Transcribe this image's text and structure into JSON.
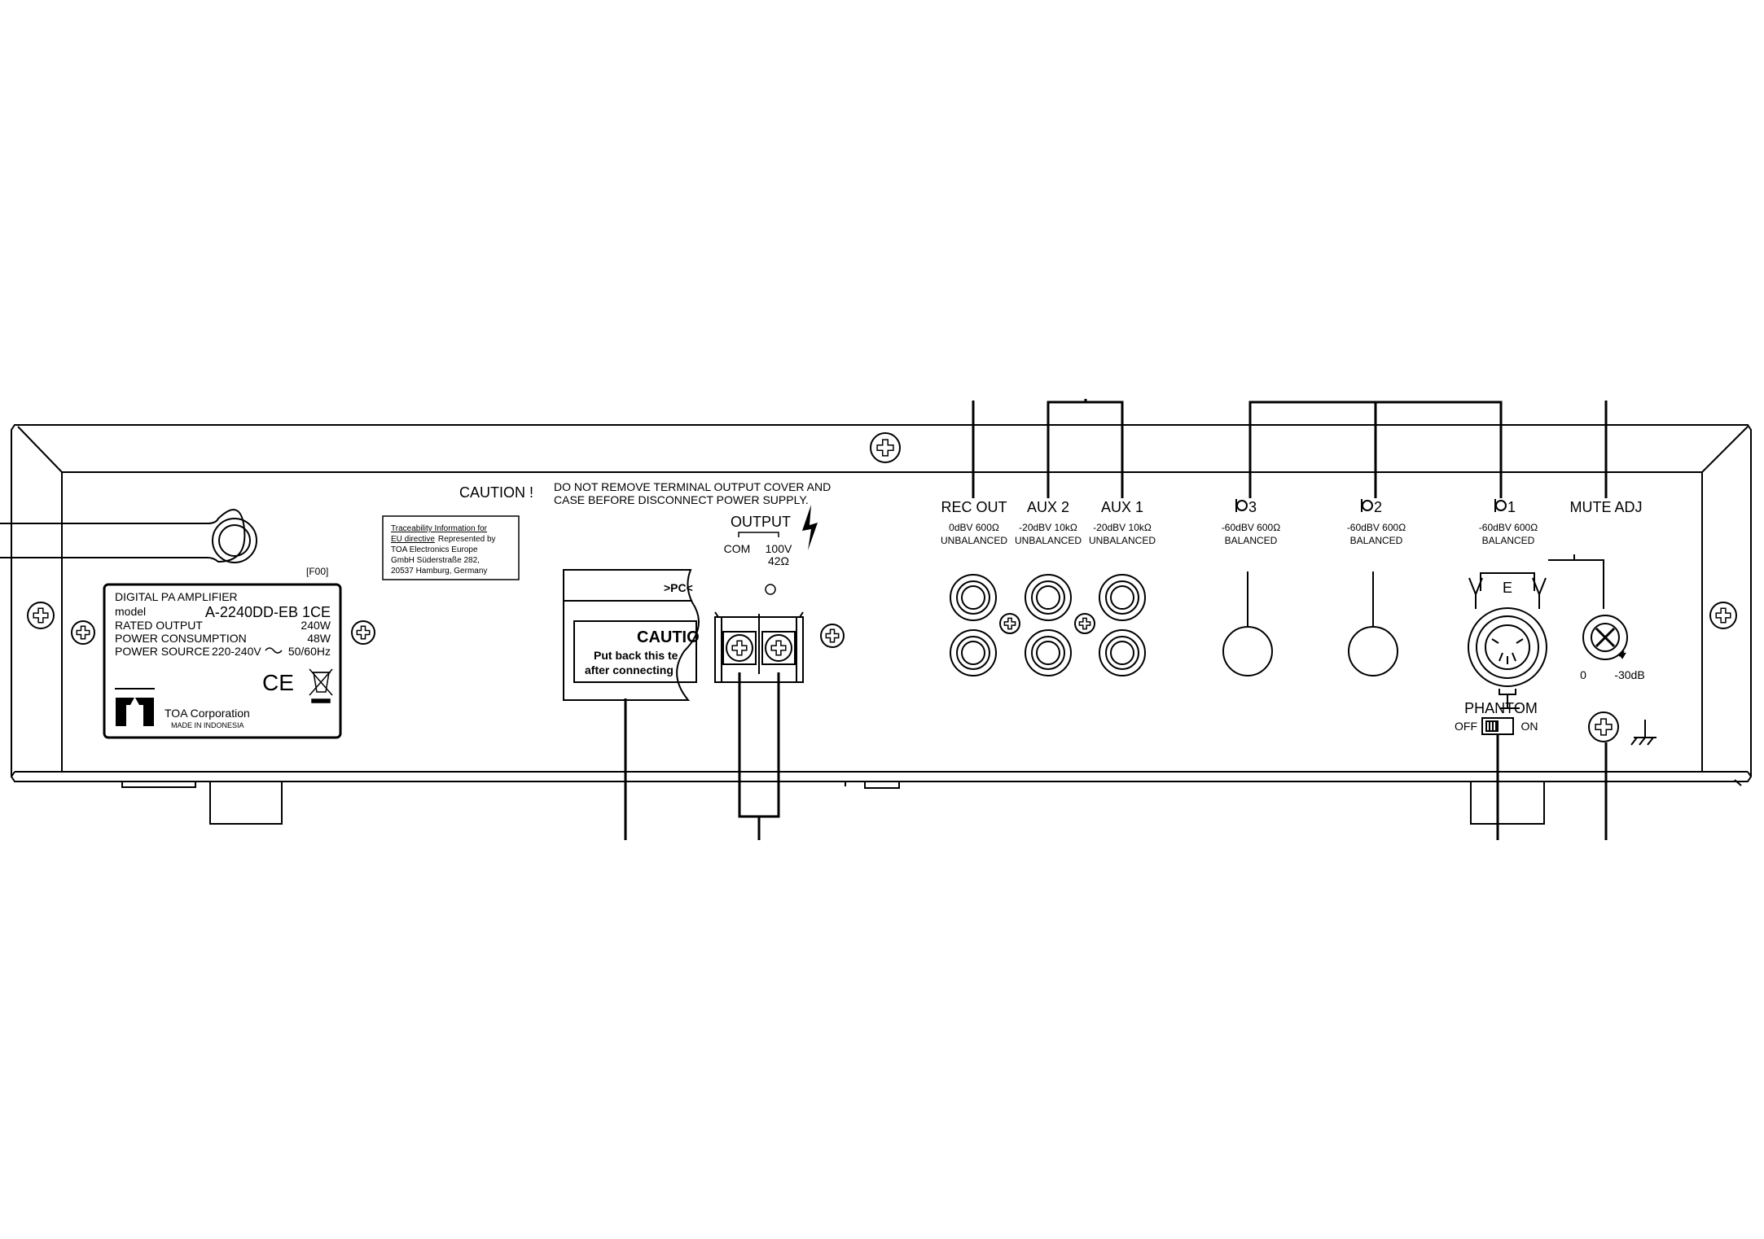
{
  "caution": {
    "title": "CAUTION !",
    "line1": "DO NOT REMOVE TERMINAL OUTPUT COVER AND",
    "line2": "CASE BEFORE DISCONNECT POWER SUPPLY."
  },
  "traceability": {
    "line1": "Traceability Information for",
    "line2a": "EU directive",
    "line2b": "Represented by",
    "line3": "TOA Electronics Europe",
    "line4": "GmbH Süderstraße 282,",
    "line5": "20537 Hamburg, Germany"
  },
  "f00": "[F00]",
  "nameplate": {
    "title": "DIGITAL PA AMPLIFIER",
    "model_label": "model",
    "model_value": "A-2240DD-EB 1CE",
    "rated_label": "RATED OUTPUT",
    "rated_value": "240W",
    "consumption_label": "POWER CONSUMPTION",
    "consumption_value": "48W",
    "source_label": "POWER SOURCE",
    "source_voltage": "220-240V",
    "source_freq": "50/60Hz",
    "company": "TOA Corporation",
    "made_in": "MADE IN INDONESIA",
    "ce_mark": "CE"
  },
  "cover": {
    "label": ">PC<",
    "caution": "CAUTIO",
    "line1": "Put back this te",
    "line2": "after connecting"
  },
  "output": {
    "title": "OUTPUT",
    "com": "COM",
    "v100": "100V",
    "ohm": "42Ω"
  },
  "ports": {
    "rec_out": {
      "label": "REC OUT",
      "spec1": "0dBV 600Ω",
      "spec2": "UNBALANCED"
    },
    "aux2": {
      "label": "AUX 2",
      "spec1": "-20dBV 10kΩ",
      "spec2": "UNBALANCED"
    },
    "aux1": {
      "label": "AUX 1",
      "spec1": "-20dBV 10kΩ",
      "spec2": "UNBALANCED"
    },
    "mic3": {
      "label": "3",
      "spec1": "-60dBV 600Ω",
      "spec2": "BALANCED"
    },
    "mic2": {
      "label": "2",
      "spec1": "-60dBV 600Ω",
      "spec2": "BALANCED"
    },
    "mic1": {
      "label": "1",
      "spec1": "-60dBV 600Ω",
      "spec2": "BALANCED"
    },
    "mute_adj": {
      "label": "MUTE ADJ",
      "min": "0",
      "max": "-30dB"
    }
  },
  "xlr_e": "E",
  "phantom": {
    "label": "PHANTOM",
    "off": "OFF",
    "on": "ON"
  }
}
